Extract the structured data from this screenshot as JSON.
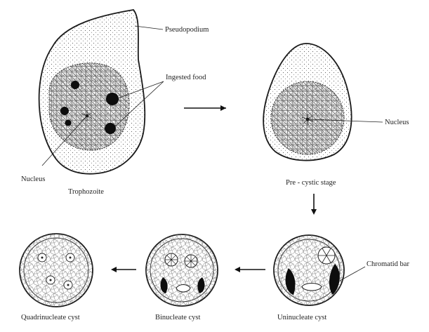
{
  "labels": {
    "pseudopodium": "Pseudopodium",
    "ingested_food": "Ingested food",
    "nucleus_left": "Nucleus",
    "trophozoite": "Trophozoite",
    "nucleus_right": "Nucleus",
    "pre_cystic_stage": "Pre - cystic stage",
    "chromatid_bar": "Chromatid bar",
    "uninucleate_cyst": "Uninucleate cyst",
    "binucleate_cyst": "Binucleate cyst",
    "quadrinucleate_cyst": "Quadrinucleate cyst"
  }
}
